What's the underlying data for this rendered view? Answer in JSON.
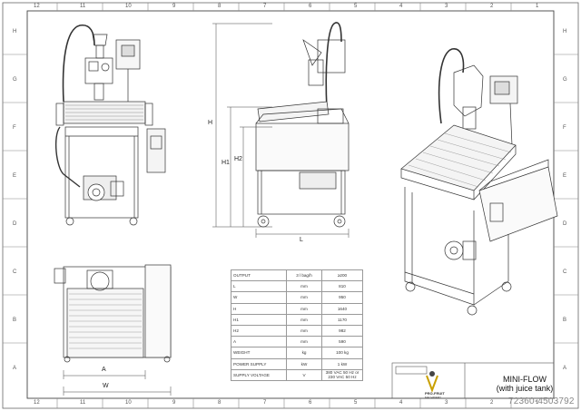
{
  "frame": {
    "columns_top": [
      "12",
      "11",
      "10",
      "9",
      "8",
      "7",
      "6",
      "5",
      "4",
      "3",
      "2",
      "1"
    ],
    "columns_bottom": [
      "12",
      "11",
      "10",
      "9",
      "8",
      "7",
      "6",
      "5",
      "4",
      "3",
      "2",
      "1"
    ],
    "rows_left": [
      "H",
      "G",
      "F",
      "E",
      "D",
      "C",
      "B",
      "A"
    ],
    "rows_right": [
      "H",
      "G",
      "F",
      "E",
      "D",
      "C",
      "B",
      "A"
    ]
  },
  "dimensions": {
    "h": "H",
    "h1": "H1",
    "h2": "H2",
    "l": "L",
    "a": "A",
    "w": "W"
  },
  "spec_table": {
    "rows": [
      {
        "label": "OUTPUT",
        "unit": "3 l bag/h",
        "value": "≥200"
      },
      {
        "label": "L",
        "unit": "mm",
        "value": "810"
      },
      {
        "label": "W",
        "unit": "mm",
        "value": "950"
      },
      {
        "label": "H",
        "unit": "mm",
        "value": "1640"
      },
      {
        "label": "H1",
        "unit": "mm",
        "value": "1170"
      },
      {
        "label": "H2",
        "unit": "mm",
        "value": "982"
      },
      {
        "label": "A",
        "unit": "mm",
        "value": "590"
      },
      {
        "label": "WEIGHT",
        "unit": "kg",
        "value": "100 kg"
      },
      {
        "label": "POWER SUPPLY",
        "unit": "kW",
        "value": "1 kW"
      },
      {
        "label": "SUPPLY VOLTAGE",
        "unit": "V",
        "value": "380 VAC 50 Hz or 230 VAC 50 Hz"
      }
    ]
  },
  "title_block": {
    "title": "MINI-FLOW",
    "subtitle": "(with juice tank)",
    "brand": "PRO-FRUIT",
    "brand_sub": "MACHINERY"
  },
  "watermark": "72360-4503792"
}
